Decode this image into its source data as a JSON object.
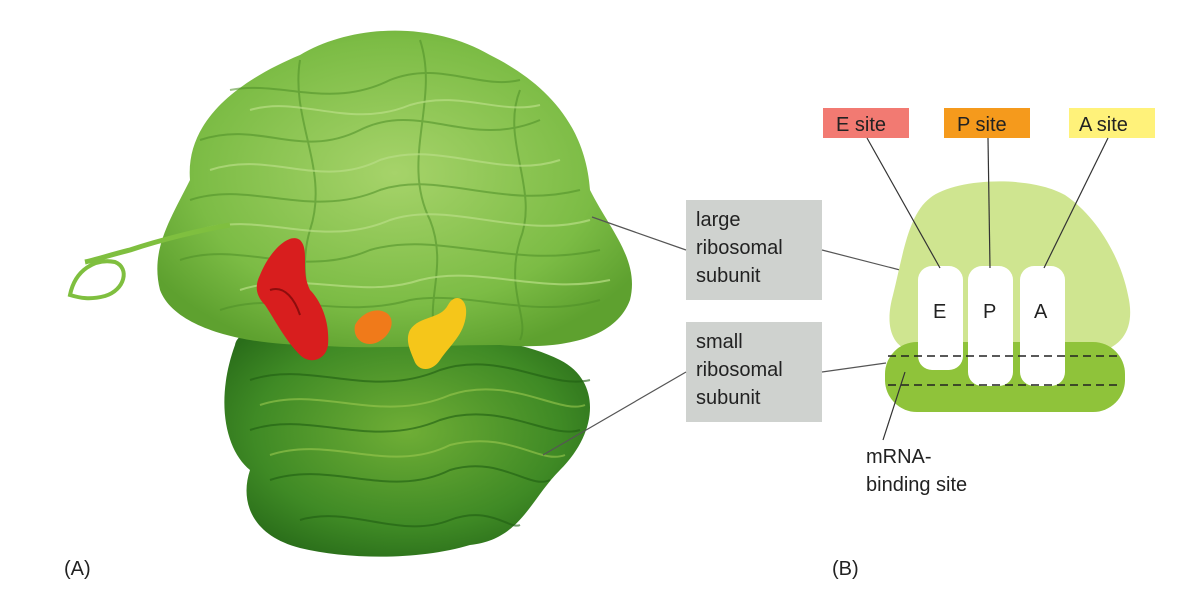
{
  "panels": {
    "a_label": "(A)",
    "b_label": "(B)"
  },
  "labels": {
    "large_subunit": [
      "large",
      "ribosomal",
      "subunit"
    ],
    "small_subunit": [
      "small",
      "ribosomal",
      "subunit"
    ],
    "mrna_site": [
      "mRNA-",
      "binding site"
    ]
  },
  "sites": [
    {
      "name": "E site",
      "letter": "E",
      "color": "#f27a72"
    },
    {
      "name": "P site",
      "letter": "P",
      "color": "#f59a1c"
    },
    {
      "name": "A site",
      "letter": "A",
      "color": "#fff27a"
    }
  ],
  "colors": {
    "large_subunit": "#cfe590",
    "small_subunit": "#8fc33a",
    "label_box": "#cfd2cf",
    "structure_light": "#7fbf3f",
    "structure_dark": "#2f7f1f",
    "e_site_trna": "#d81e1e",
    "p_site_trna": "#f07a1a",
    "a_site_trna": "#f5c61a"
  }
}
